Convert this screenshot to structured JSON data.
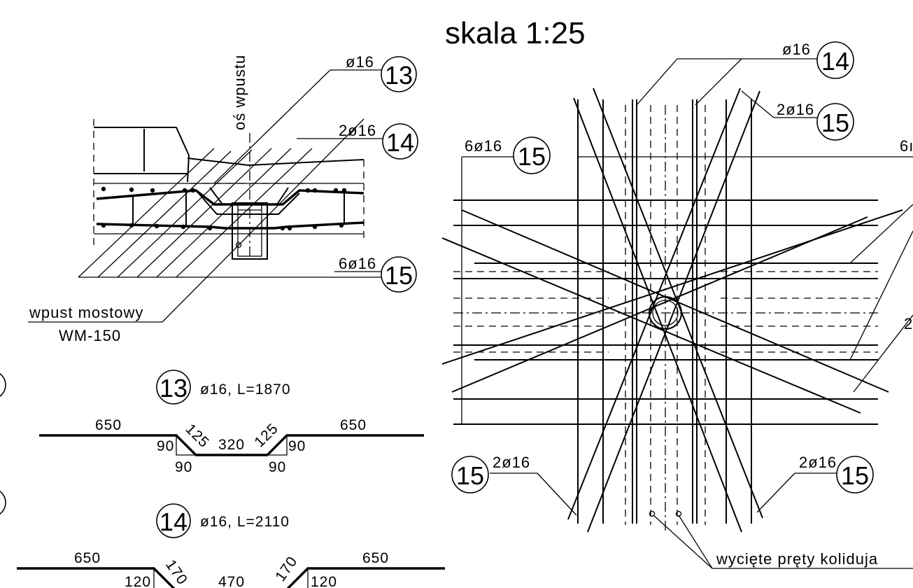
{
  "scale_label": "skala 1:25",
  "section": {
    "axis_label": "oś wpustu",
    "inlet_name": "wpust mostowy",
    "inlet_code": "WM-150",
    "marks": [
      {
        "mark": "13",
        "spec": "ø16"
      },
      {
        "mark": "14",
        "spec": "2ø16"
      },
      {
        "mark": "15",
        "spec": "6ø16"
      }
    ]
  },
  "bars": [
    {
      "mark": "13",
      "spec": "ø16, L=1870",
      "dims": {
        "left": "650",
        "left_drop": "90",
        "left_bottom": "90",
        "left_diag": "125",
        "mid": "320",
        "right_diag": "125",
        "right_drop": "90",
        "right_bottom": "90",
        "right": "650"
      }
    },
    {
      "mark": "14",
      "spec": "ø16, L=2110",
      "dims": {
        "left": "650",
        "left_drop": "120",
        "left_diag": "170",
        "mid": "470",
        "right_diag": "170",
        "right_drop": "120",
        "right": "650"
      }
    }
  ],
  "plan": {
    "top_14": {
      "spec": "ø16",
      "mark": "14"
    },
    "top_15": {
      "spec": "2ø16",
      "mark": "15"
    },
    "left_15": {
      "spec": "6ø16",
      "mark": "15"
    },
    "right_edge_label": "6ı",
    "right_edge_label2": "2",
    "bottom_left_15": {
      "spec": "2ø16",
      "mark": "15"
    },
    "bottom_right_15": {
      "spec": "2ø16",
      "mark": "15"
    },
    "cut_bars_note": "wycięte pręty koliduja"
  }
}
